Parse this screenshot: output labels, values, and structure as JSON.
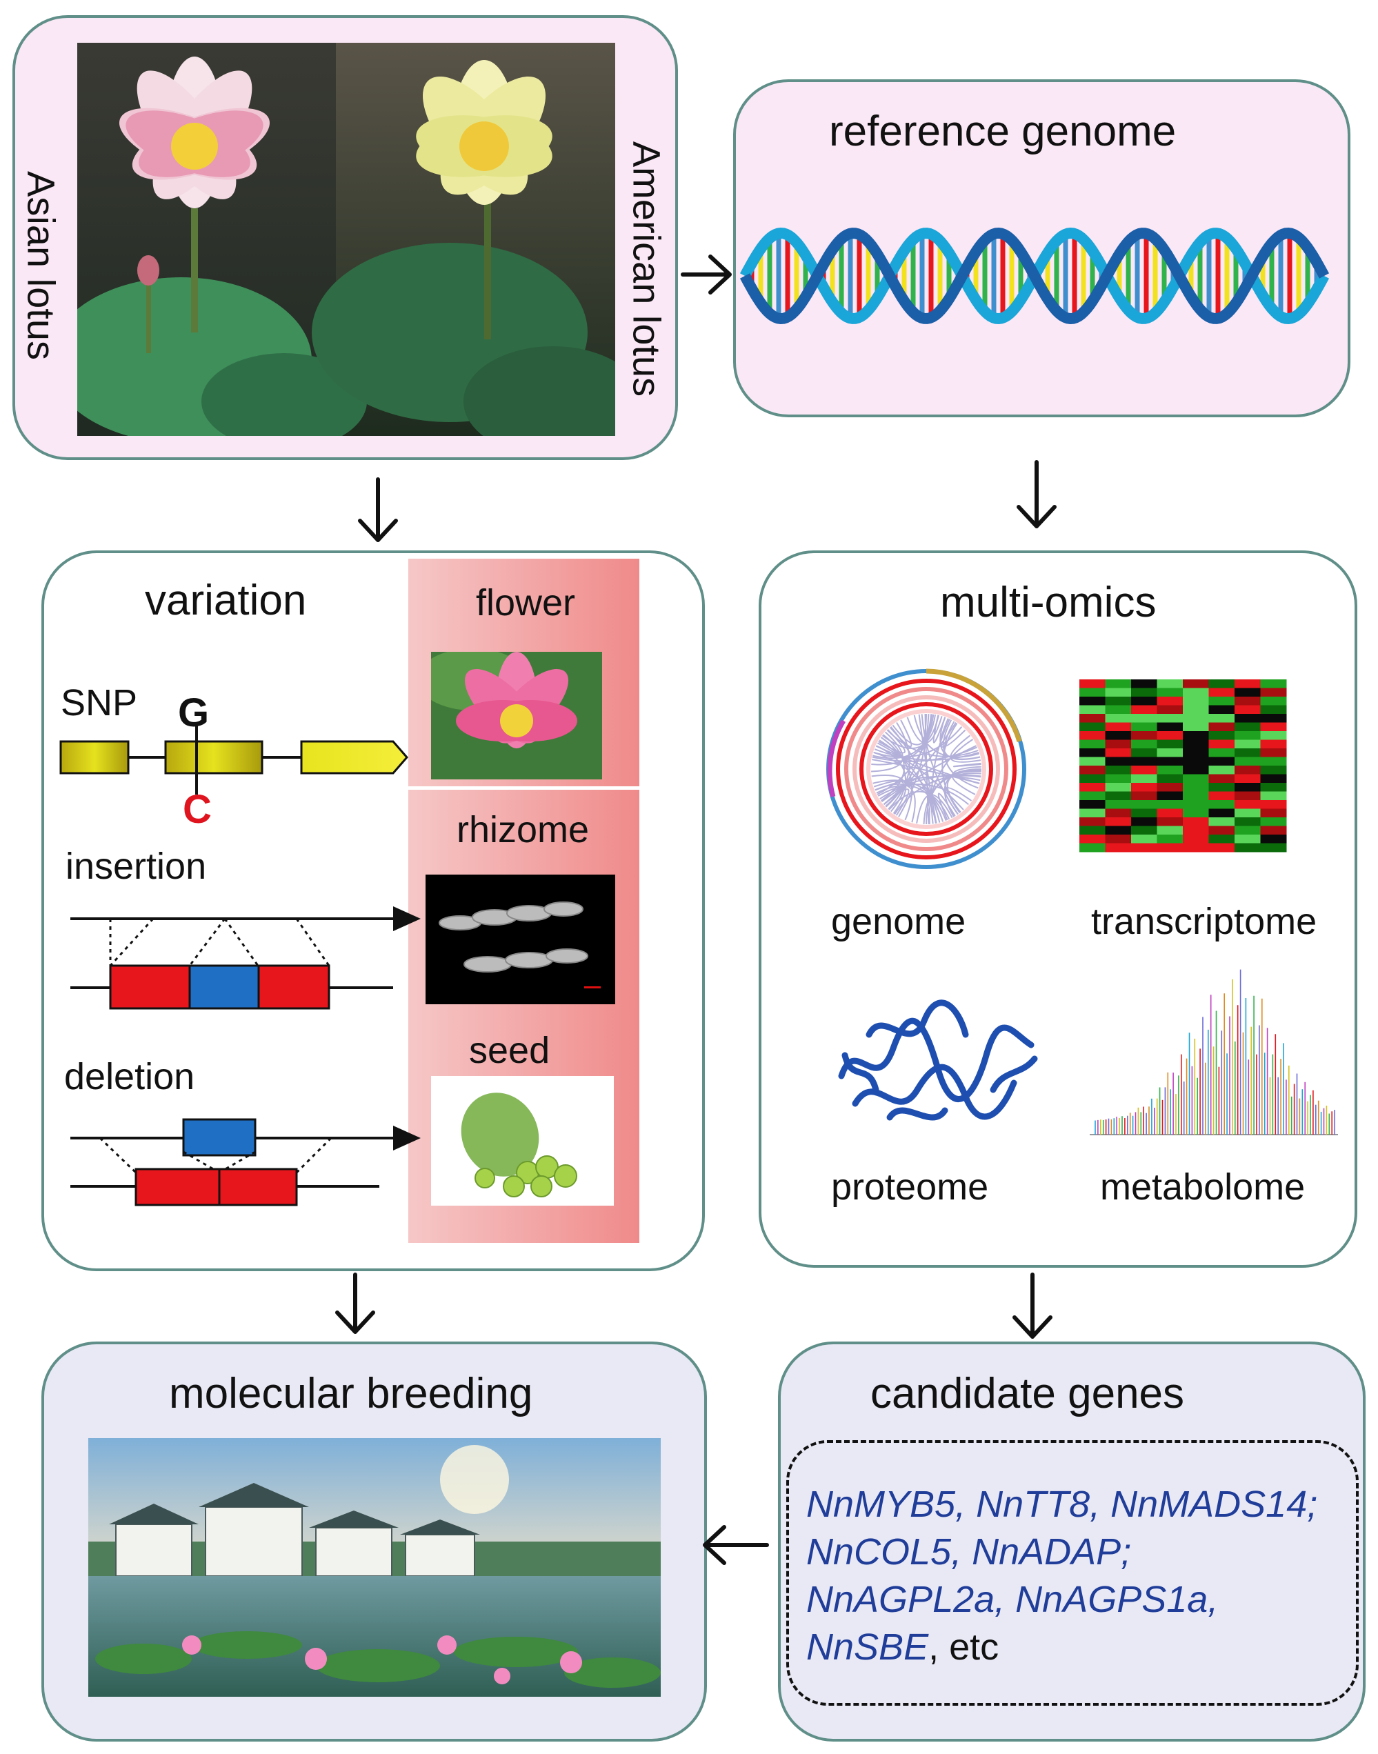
{
  "panels": {
    "lotus": {
      "left_label": "Asian lotus",
      "right_label": "American lotus"
    },
    "reference": {
      "title": "reference genome"
    },
    "variation": {
      "title": "variation",
      "snp_label": "SNP",
      "snp_ref_base": "G",
      "snp_alt_base": "C",
      "insertion_label": "insertion",
      "deletion_label": "deletion",
      "traits": {
        "flower": "flower",
        "rhizome": "rhizome",
        "seed": "seed"
      }
    },
    "multiomics": {
      "title": "multi-omics",
      "genome": "genome",
      "transcriptome": "transcriptome",
      "proteome": "proteome",
      "metabolome": "metabolome"
    },
    "breeding": {
      "title": "molecular breeding"
    },
    "candidates": {
      "title": "candidate genes",
      "line1": "NnMYB5, NnTT8, NnMADS14;",
      "line2": "NnCOL5, NnADAP;",
      "line3": "NnAGPL2a, NnAGPS1a,",
      "line4_gene": "NnSBE",
      "line4_etc": ", etc"
    }
  },
  "colors": {
    "panel_border": "#5f8f88",
    "pink_fill": "#fbe8f6",
    "lavender_fill": "#e9e9f5",
    "gene_text": "#1f3d99",
    "snp_alt": "#e0141e",
    "exon_yellow": "#e2dd1c",
    "segment_red": "#e6161c",
    "segment_blue": "#1f6fc4"
  }
}
